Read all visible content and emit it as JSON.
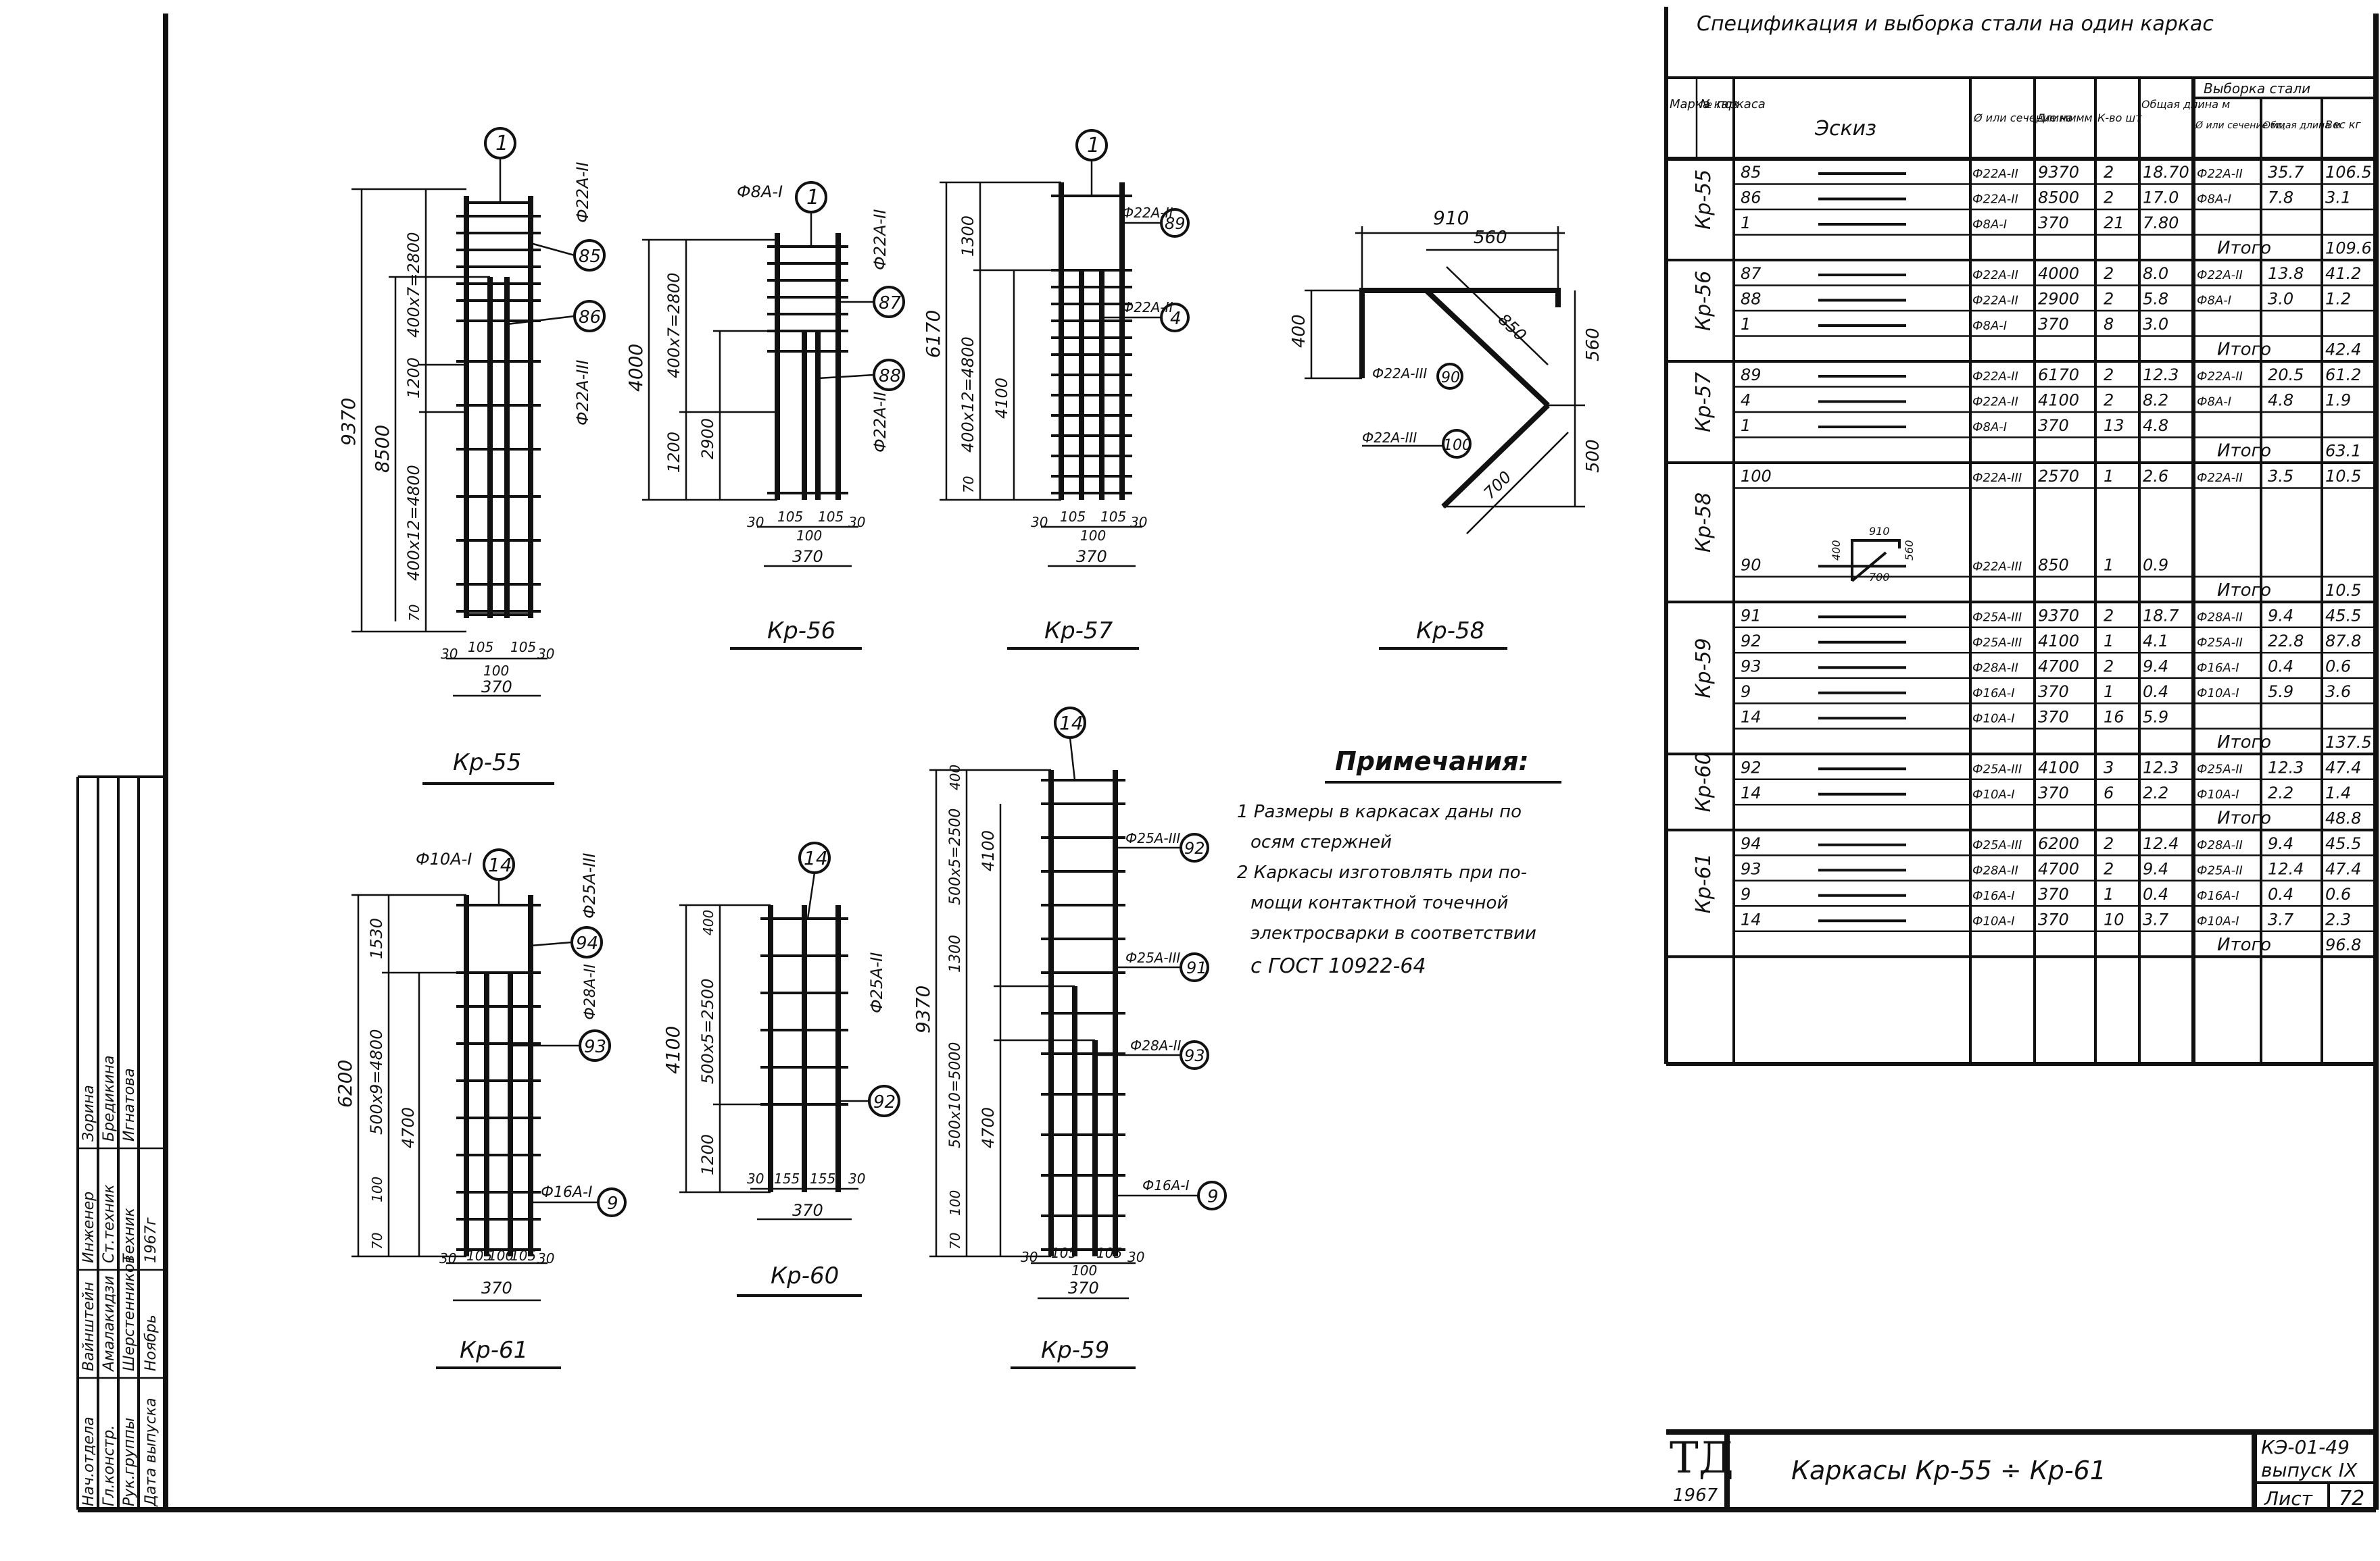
{
  "spec": {
    "title": "Спецификация и выборка стали на один каркас",
    "headers": {
      "mark": "Марка каркаса",
      "pos": "№ поз",
      "sketch": "Эскиз",
      "dia": "Ø или сечение мм",
      "length": "Длина мм",
      "qty": "К-во шт",
      "total_len": "Общая длина м",
      "selection": "Выборка стали",
      "sel_dia": "Ø или сечение мм",
      "sel_len": "Общая длина м",
      "weight": "Вес кг"
    },
    "total_label": "Итого",
    "groups": [
      {
        "mark": "Кр-55",
        "rows": [
          {
            "pos": "85",
            "dia": "Ф22А-II",
            "len": "9370",
            "qty": "2",
            "tl": "18.70",
            "sd": "Ф22А-II",
            "sl": "35.7",
            "w": "106.5"
          },
          {
            "pos": "86",
            "dia": "Ф22А-II",
            "len": "8500",
            "qty": "2",
            "tl": "17.0",
            "sd": "Ф8А-I",
            "sl": "7.8",
            "w": "3.1"
          },
          {
            "pos": "1",
            "dia": "Ф8А-I",
            "len": "370",
            "qty": "21",
            "tl": "7.80",
            "sd": "",
            "sl": "",
            "w": ""
          }
        ],
        "total": "109.6"
      },
      {
        "mark": "Кр-56",
        "rows": [
          {
            "pos": "87",
            "dia": "Ф22А-II",
            "len": "4000",
            "qty": "2",
            "tl": "8.0",
            "sd": "Ф22А-II",
            "sl": "13.8",
            "w": "41.2"
          },
          {
            "pos": "88",
            "dia": "Ф22А-II",
            "len": "2900",
            "qty": "2",
            "tl": "5.8",
            "sd": "Ф8А-I",
            "sl": "3.0",
            "w": "1.2"
          },
          {
            "pos": "1",
            "dia": "Ф8А-I",
            "len": "370",
            "qty": "8",
            "tl": "3.0",
            "sd": "",
            "sl": "",
            "w": ""
          }
        ],
        "total": "42.4"
      },
      {
        "mark": "Кр-57",
        "rows": [
          {
            "pos": "89",
            "dia": "Ф22А-II",
            "len": "6170",
            "qty": "2",
            "tl": "12.3",
            "sd": "Ф22А-II",
            "sl": "20.5",
            "w": "61.2"
          },
          {
            "pos": "4",
            "dia": "Ф22А-II",
            "len": "4100",
            "qty": "2",
            "tl": "8.2",
            "sd": "Ф8А-I",
            "sl": "4.8",
            "w": "1.9"
          },
          {
            "pos": "1",
            "dia": "Ф8А-I",
            "len": "370",
            "qty": "13",
            "tl": "4.8",
            "sd": "",
            "sl": "",
            "w": ""
          }
        ],
        "total": "63.1"
      },
      {
        "mark": "Кр-58",
        "rows": [
          {
            "pos": "100",
            "dia": "Ф22А-III",
            "len": "2570",
            "qty": "1",
            "tl": "2.6",
            "sd": "Ф22А-II",
            "sl": "3.5",
            "w": "10.5"
          },
          {
            "pos": "90",
            "dia": "Ф22А-III",
            "len": "850",
            "qty": "1",
            "tl": "0.9",
            "sd": "",
            "sl": "",
            "w": ""
          }
        ],
        "total": "10.5"
      },
      {
        "mark": "Кр-59",
        "rows": [
          {
            "pos": "91",
            "dia": "Ф25А-III",
            "len": "9370",
            "qty": "2",
            "tl": "18.7",
            "sd": "Ф28А-II",
            "sl": "9.4",
            "w": "45.5"
          },
          {
            "pos": "92",
            "dia": "Ф25А-III",
            "len": "4100",
            "qty": "1",
            "tl": "4.1",
            "sd": "Ф25А-II",
            "sl": "22.8",
            "w": "87.8"
          },
          {
            "pos": "93",
            "dia": "Ф28А-II",
            "len": "4700",
            "qty": "2",
            "tl": "9.4",
            "sd": "Ф16А-I",
            "sl": "0.4",
            "w": "0.6"
          },
          {
            "pos": "9",
            "dia": "Ф16А-I",
            "len": "370",
            "qty": "1",
            "tl": "0.4",
            "sd": "Ф10А-I",
            "sl": "5.9",
            "w": "3.6"
          },
          {
            "pos": "14",
            "dia": "Ф10А-I",
            "len": "370",
            "qty": "16",
            "tl": "5.9",
            "sd": "",
            "sl": "",
            "w": ""
          }
        ],
        "total": "137.5"
      },
      {
        "mark": "Кр-60",
        "rows": [
          {
            "pos": "92",
            "dia": "Ф25А-III",
            "len": "4100",
            "qty": "3",
            "tl": "12.3",
            "sd": "Ф25А-II",
            "sl": "12.3",
            "w": "47.4"
          },
          {
            "pos": "14",
            "dia": "Ф10А-I",
            "len": "370",
            "qty": "6",
            "tl": "2.2",
            "sd": "Ф10А-I",
            "sl": "2.2",
            "w": "1.4"
          }
        ],
        "total": "48.8"
      },
      {
        "mark": "Кр-61",
        "rows": [
          {
            "pos": "94",
            "dia": "Ф25А-III",
            "len": "6200",
            "qty": "2",
            "tl": "12.4",
            "sd": "Ф28А-II",
            "sl": "9.4",
            "w": "45.5"
          },
          {
            "pos": "93",
            "dia": "Ф28А-II",
            "len": "4700",
            "qty": "2",
            "tl": "9.4",
            "sd": "Ф25А-II",
            "sl": "12.4",
            "w": "47.4"
          },
          {
            "pos": "9",
            "dia": "Ф16А-I",
            "len": "370",
            "qty": "1",
            "tl": "0.4",
            "sd": "Ф16А-I",
            "sl": "0.4",
            "w": "0.6"
          },
          {
            "pos": "14",
            "dia": "Ф10А-I",
            "len": "370",
            "qty": "10",
            "tl": "3.7",
            "sd": "Ф10А-I",
            "sl": "3.7",
            "w": "2.3"
          }
        ],
        "total": "96.8"
      }
    ],
    "sketch58": {
      "a": "910",
      "b": "400",
      "c": "560",
      "d": "700"
    }
  },
  "notes": {
    "title": "Примечания:",
    "items": [
      "1 Размеры в каркасах даны по",
      "осям стержней",
      "2 Каркасы изготовлять при по-",
      "мощи контактной точечной",
      "электросварки в соответствии",
      "с ГОСТ 10922-64"
    ]
  },
  "cages": {
    "kp55": {
      "label": "Кр-55",
      "pos_top": "1",
      "pos_a": "85",
      "pos_b": "86",
      "bar_a": "Ф22А-II",
      "bar_b": "Ф22А-III",
      "total": "9370",
      "inner": "8500",
      "d_top": "400х7=2800",
      "d_mid": "1200",
      "d_bot": "400х12=4800",
      "d_70": "70",
      "w_total": "370",
      "w_100": "100",
      "w_105a": "105",
      "w_105b": "105",
      "w_30a": "30",
      "w_30b": "30"
    },
    "kp56": {
      "label": "Кр-56",
      "pos_top": "1",
      "pos_a": "87",
      "pos_b": "88",
      "bar_top": "Ф8А-I",
      "bar_a": "Ф22А-II",
      "bar_b": "Ф22А-II",
      "total": "4000",
      "d_top": "400х7=2800",
      "d_bot": "1200",
      "inner": "2900",
      "w_total": "370",
      "w_100": "100",
      "w_105a": "105",
      "w_105b": "105",
      "w_30a": "30",
      "w_30b": "30"
    },
    "kp57": {
      "label": "Кр-57",
      "pos_top": "1",
      "pos_a": "89",
      "pos_b": "4",
      "bar_a": "Ф22А-II",
      "bar_b": "Ф22А-II",
      "total": "6170",
      "d_top": "1300",
      "d_mid": "400х12=4800",
      "inner": "4100",
      "d_70": "70",
      "w_total": "370",
      "w_100": "100",
      "w_105a": "105",
      "w_105b": "105",
      "w_30a": "30",
      "w_30b": "30"
    },
    "kp58": {
      "label": "Кр-58",
      "top": "910",
      "inner": "560",
      "left": "400",
      "diag": "850",
      "right": "560",
      "bottom": "500",
      "lower": "700",
      "pos_a": "90",
      "pos_b": "100",
      "bar_a": "Ф22А-III",
      "bar_b": "Ф22А-III"
    },
    "kp59": {
      "label": "Кр-59",
      "pos_top": "14",
      "pos_a": "92",
      "pos_b": "91",
      "pos_c": "93",
      "pos_d": "9",
      "bar_a": "Ф25А-III",
      "bar_b": "Ф25А-III",
      "bar_c": "Ф28А-II",
      "bar_d": "Ф16А-I",
      "total": "9370",
      "d_top": "400",
      "d_a": "500х5=2500",
      "d_b": "1300",
      "d_c": "500х10=5000",
      "d_bot": "100",
      "d_70": "70",
      "inner_a": "4100",
      "inner_b": "4700",
      "w_total": "370",
      "w_100": "100",
      "w_105a": "105",
      "w_105b": "105",
      "w_30a": "30",
      "w_30b": "30"
    },
    "kp60": {
      "label": "Кр-60",
      "pos_top": "14",
      "pos_a": "92",
      "bar_a": "Ф25А-II",
      "total": "4100",
      "d_top": "400",
      "d_mid": "500х5=2500",
      "d_bot": "1200",
      "w_total": "370",
      "w_155a": "155",
      "w_155b": "155",
      "w_30a": "30",
      "w_30b": "30"
    },
    "kp61": {
      "label": "Кр-61",
      "pos_top": "14",
      "pos_a": "94",
      "pos_b": "93",
      "pos_c": "9",
      "bar_top": "Ф10А-I",
      "bar_a": "Ф25А-III",
      "bar_b": "Ф28А-II",
      "bar_c": "Ф16А-I",
      "total": "6200",
      "d_top": "1530",
      "d_mid": "500х9=4800",
      "inner": "4700",
      "d_bot": "100",
      "d_70": "70",
      "w_total": "370",
      "w_100": "100",
      "w_105a": "105",
      "w_105b": "105",
      "w_30a": "30",
      "w_30b": "30"
    }
  },
  "title_block": {
    "logo": "ТД",
    "year": "1967",
    "title": "Каркасы Кр-55 ÷ Кр-61",
    "code": "КЭ-01-49",
    "issue": "выпуск IX",
    "sheet_label": "Лист",
    "sheet": "72"
  },
  "side_stamp": {
    "rows": [
      [
        "Нач.отдела",
        "Вайнштейн",
        "",
        "Инженер",
        "Зорина"
      ],
      [
        "Гл.констр.",
        "Амалакидзи",
        "",
        "Ст.техник",
        "Бредикина"
      ],
      [
        "Рук.группы",
        "Шерстенников",
        "",
        "Техник",
        "Игнатова"
      ],
      [
        "Дата выпуска",
        "Ноябрь",
        "1967г",
        "",
        ""
      ]
    ]
  }
}
